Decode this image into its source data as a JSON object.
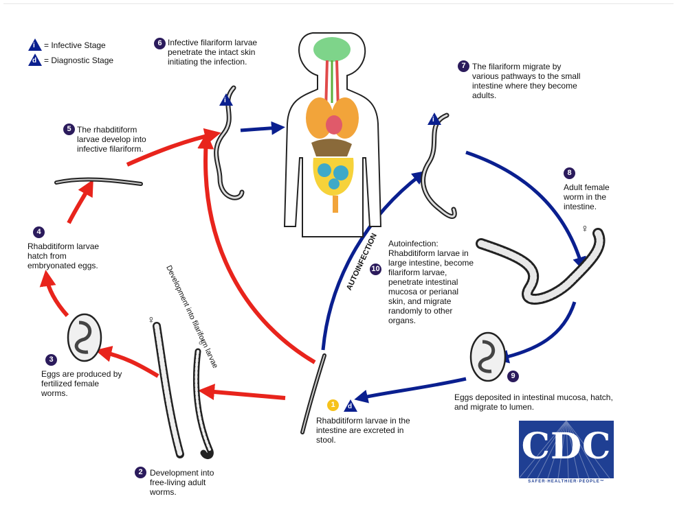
{
  "legend": {
    "infective_letter": "i",
    "infective": "= Infective Stage",
    "diagnostic_letter": "d",
    "diagnostic": "= Diagnostic Stage"
  },
  "steps": {
    "s1": {
      "num": "1",
      "text": "Rhabditiform larvae in the intestine are excreted in stool."
    },
    "s2": {
      "num": "2",
      "text": "Development into free-living adult worms."
    },
    "s3": {
      "num": "3",
      "text": "Eggs are produced by fertilized female worms."
    },
    "s4": {
      "num": "4",
      "text": "Rhabditiform larvae hatch from embryonated eggs."
    },
    "s5": {
      "num": "5",
      "text": "The rhabditiform larvae develop into infective filariform."
    },
    "s6": {
      "num": "6",
      "text": "Infective filariform larvae penetrate the intact skin initiating the infection."
    },
    "s7": {
      "num": "7",
      "text": "The filariform migrate by various pathways to the small intestine where they become adults."
    },
    "s8": {
      "num": "8",
      "text": "Adult female worm in the intestine."
    },
    "s9": {
      "num": "9",
      "text": "Eggs deposited in intestinal mucosa, hatch, and migrate to lumen."
    },
    "s10": {
      "num": "10",
      "text": "Autoinfection: Rhabditiform larvae in large intestine, become filariform larvae, penetrate intestinal mucosa or perianal skin, and migrate randomly to other organs."
    }
  },
  "path_labels": {
    "filariform": "Development into filariform larvae",
    "autoinfection": "AUTOINFECTION"
  },
  "symbols": {
    "female": "♀",
    "male": "♂"
  },
  "logo": {
    "text": "CDC",
    "tagline": "SAFER·HEALTHIER·PEOPLE™"
  },
  "colors": {
    "red_arrow": "#e8241c",
    "blue_arrow": "#0a1f8f",
    "badge": "#2b1b5c",
    "logo_blue": "#1f3f93"
  }
}
